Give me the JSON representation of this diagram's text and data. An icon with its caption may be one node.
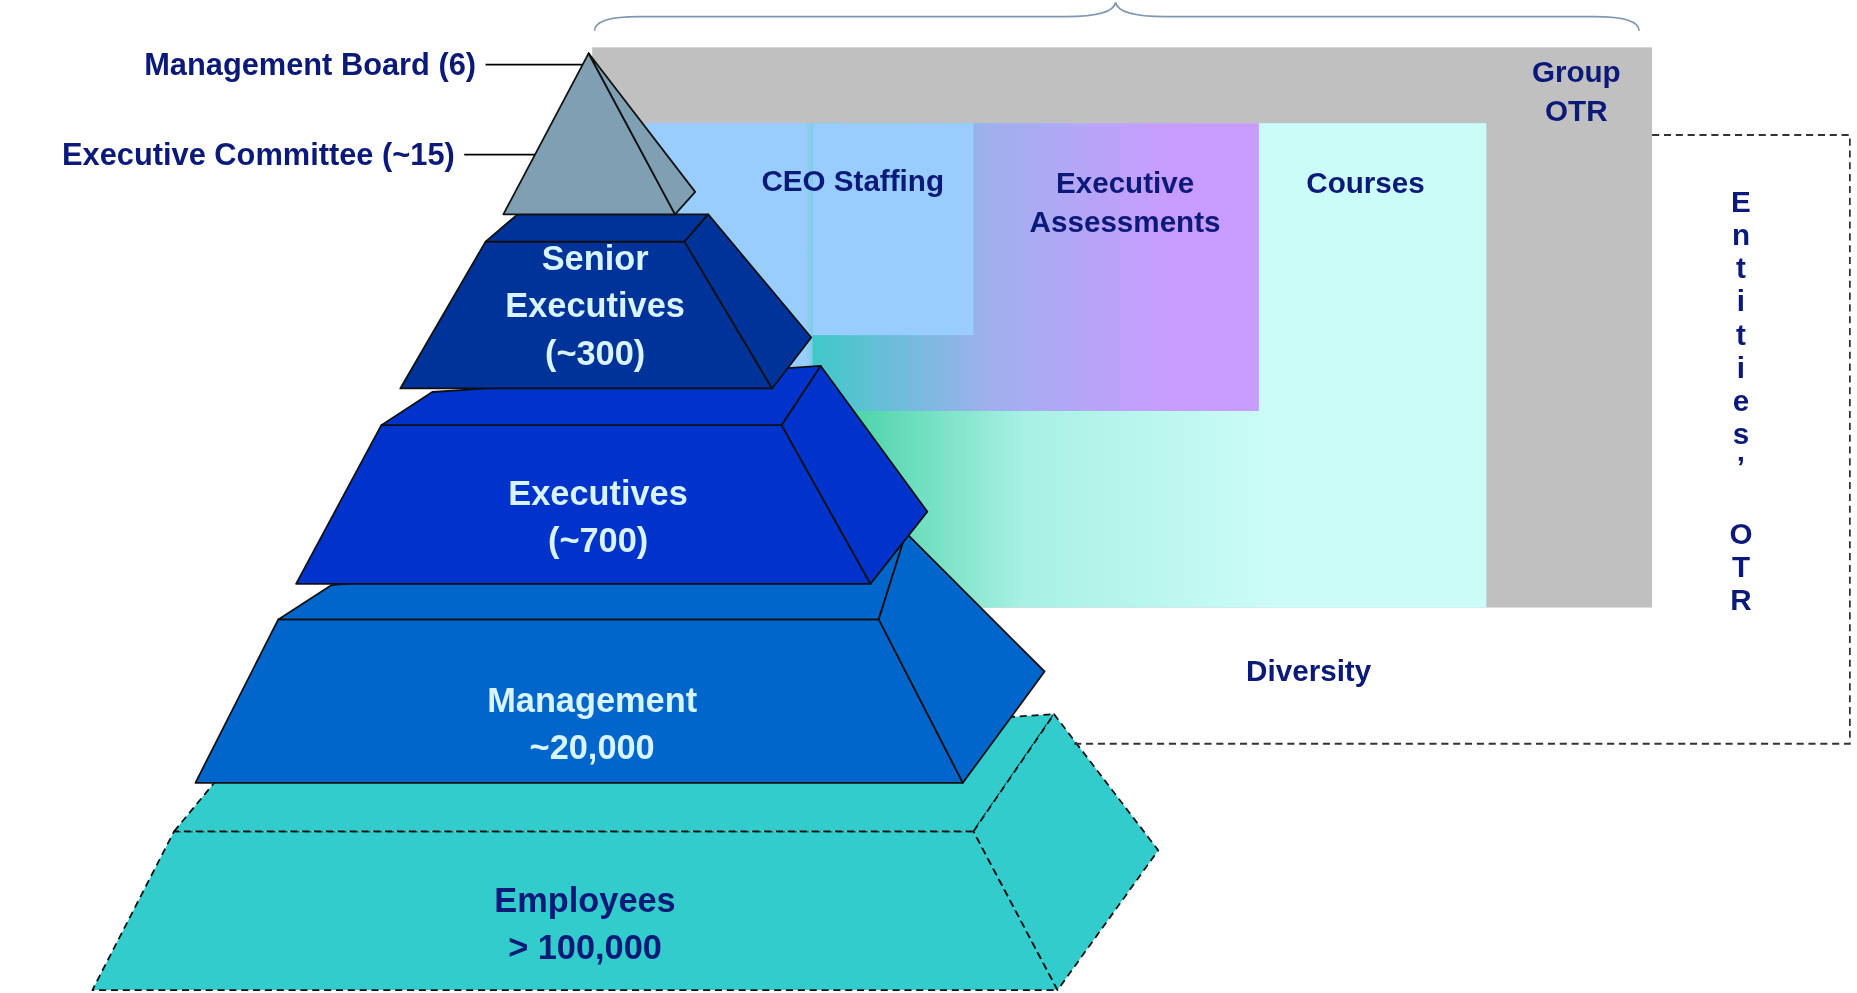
{
  "diagram": {
    "nodes": [
      {
        "text": [
          "Management Board (6)"
        ]
      },
      {
        "text": [
          "Executive Committee (~15)"
        ]
      },
      {
        "text": [],
        "shape": "triangle"
      },
      {
        "text": [
          "Senior Executives (~300)"
        ]
      },
      {
        "text": [
          "Executives (~700)"
        ]
      },
      {
        "text": [
          "Management ~20,000"
        ]
      },
      {
        "text": [
          "Employees > 100,000"
        ]
      },
      {
        "text": [
          "Group OTR"
        ]
      },
      {
        "text": [
          "Courses"
        ],
        "in": 7
      },
      {
        "text": [
          "Executive Assessments"
        ],
        "in": 8
      },
      {
        "text": [
          "CEO Staffing"
        ],
        "in": 9
      },
      {
        "text": [
          "Entities’ OTR",
          "Diversity"
        ]
      }
    ],
    "edges": [
      {
        "from": 0,
        "to": 2,
        "arrow": "none"
      },
      {
        "from": 1,
        "to": 2,
        "arrow": "none"
      }
    ]
  }
}
